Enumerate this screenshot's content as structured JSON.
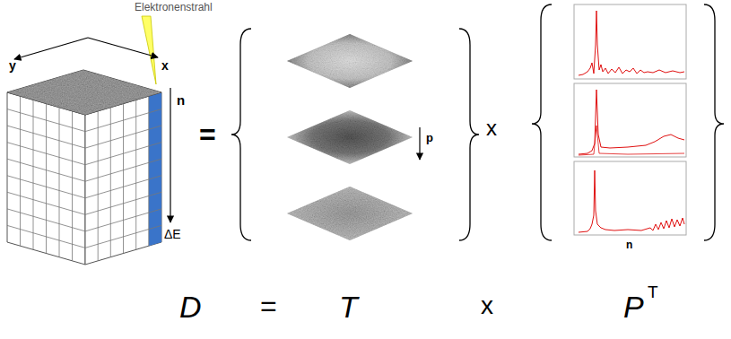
{
  "diagram": {
    "labels": [
      "Elektronenstrahl",
      "y",
      "x",
      "n",
      "ΔE",
      "=",
      "p",
      "x",
      "n",
      "D",
      "=",
      "T",
      "x",
      "P",
      "T"
    ]
  }
}
